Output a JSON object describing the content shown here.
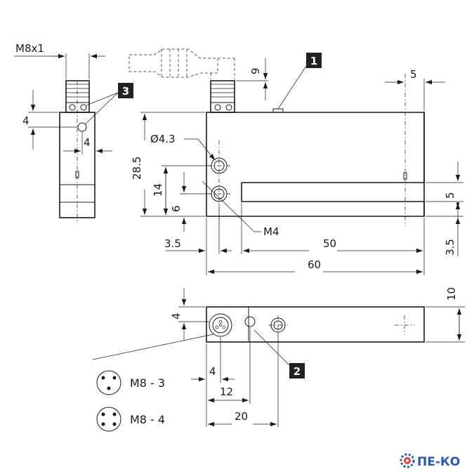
{
  "dimensions": {
    "thread": "M8x1",
    "d9": "9",
    "d5_top": "5",
    "d4_side": "4",
    "d4_side_h": "4",
    "d28_5": "28.5",
    "d14": "14",
    "d6": "6",
    "hole_dia": "Ø4.3",
    "screw": "M4",
    "d3_5_left": "3.5",
    "d50": "50",
    "d60": "60",
    "d5_slot": "5",
    "d3_5_right": "3.5",
    "d10": "10",
    "d4_bottom_v": "4",
    "d4_bottom_h": "4",
    "d12": "12",
    "d20": "20"
  },
  "callouts": {
    "c1": "1",
    "c2": "2",
    "c3": "3"
  },
  "connectors": {
    "m8_3": "M8 - 3",
    "m8_4": "M8 - 4"
  },
  "logo": {
    "text": "ПЕ-КО",
    "icon": "gear-icon",
    "color": "#2a5aa8"
  }
}
